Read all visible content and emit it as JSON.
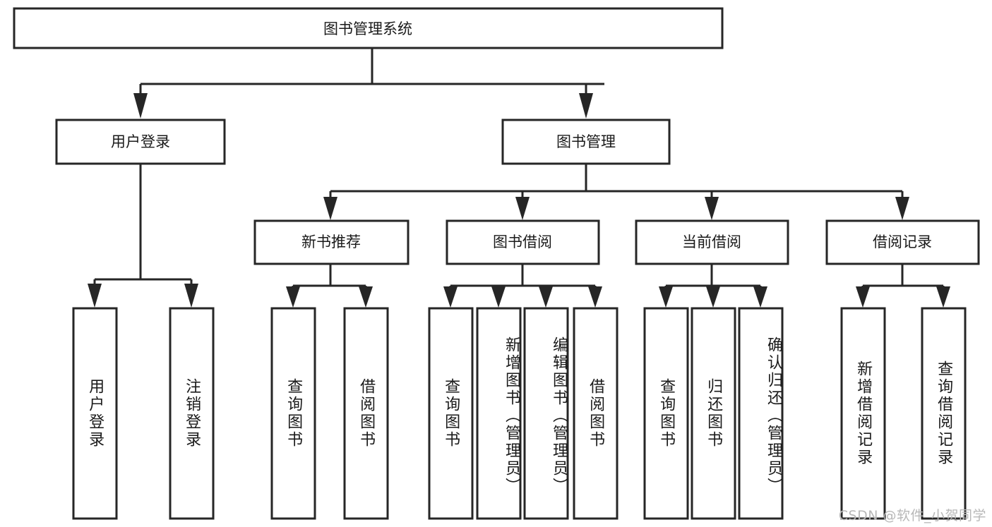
{
  "chart_data": {
    "type": "diagram",
    "diagram_kind": "tree-hierarchy-flowchart",
    "title": "图书管理系统",
    "orientation": "top-down",
    "levels": 4,
    "nodes": [
      {
        "id": "root",
        "label": "图书管理系统",
        "level": 1,
        "text_direction": "horizontal"
      },
      {
        "id": "login",
        "label": "用户登录",
        "level": 2,
        "text_direction": "horizontal"
      },
      {
        "id": "bookmgmt",
        "label": "图书管理",
        "level": 2,
        "text_direction": "horizontal"
      },
      {
        "id": "newbook",
        "label": "新书推荐",
        "level": 3,
        "text_direction": "horizontal"
      },
      {
        "id": "borrow",
        "label": "图书借阅",
        "level": 3,
        "text_direction": "horizontal"
      },
      {
        "id": "current",
        "label": "当前借阅",
        "level": 3,
        "text_direction": "horizontal"
      },
      {
        "id": "records",
        "label": "借阅记录",
        "level": 3,
        "text_direction": "horizontal"
      },
      {
        "id": "leaf-login-1",
        "label": "用户登录",
        "level": 4,
        "text_direction": "vertical"
      },
      {
        "id": "leaf-login-2",
        "label": "注销登录",
        "level": 4,
        "text_direction": "vertical"
      },
      {
        "id": "leaf-newbook-1",
        "label": "查询图书",
        "level": 4,
        "text_direction": "vertical"
      },
      {
        "id": "leaf-newbook-2",
        "label": "借阅图书",
        "level": 4,
        "text_direction": "vertical"
      },
      {
        "id": "leaf-borrow-1",
        "label": "查询图书",
        "level": 4,
        "text_direction": "vertical"
      },
      {
        "id": "leaf-borrow-2",
        "label": "新增图书（管理员）",
        "level": 4,
        "text_direction": "vertical"
      },
      {
        "id": "leaf-borrow-3",
        "label": "编辑图书（管理员）",
        "level": 4,
        "text_direction": "vertical"
      },
      {
        "id": "leaf-borrow-4",
        "label": "借阅图书",
        "level": 4,
        "text_direction": "vertical"
      },
      {
        "id": "leaf-current-1",
        "label": "查询图书",
        "level": 4,
        "text_direction": "vertical"
      },
      {
        "id": "leaf-current-2",
        "label": "归还图书",
        "level": 4,
        "text_direction": "vertical"
      },
      {
        "id": "leaf-current-3",
        "label": "确认归还（管理员）",
        "level": 4,
        "text_direction": "vertical"
      },
      {
        "id": "leaf-records-1",
        "label": "新增借阅记录",
        "level": 4,
        "text_direction": "vertical"
      },
      {
        "id": "leaf-records-2",
        "label": "查询借阅记录",
        "level": 4,
        "text_direction": "vertical"
      }
    ],
    "edges": [
      {
        "from": "root",
        "to": "login"
      },
      {
        "from": "root",
        "to": "bookmgmt"
      },
      {
        "from": "login",
        "to": "leaf-login-1"
      },
      {
        "from": "login",
        "to": "leaf-login-2"
      },
      {
        "from": "bookmgmt",
        "to": "newbook"
      },
      {
        "from": "bookmgmt",
        "to": "borrow"
      },
      {
        "from": "bookmgmt",
        "to": "current"
      },
      {
        "from": "bookmgmt",
        "to": "records"
      },
      {
        "from": "newbook",
        "to": "leaf-newbook-1"
      },
      {
        "from": "newbook",
        "to": "leaf-newbook-2"
      },
      {
        "from": "borrow",
        "to": "leaf-borrow-1"
      },
      {
        "from": "borrow",
        "to": "leaf-borrow-2"
      },
      {
        "from": "borrow",
        "to": "leaf-borrow-3"
      },
      {
        "from": "borrow",
        "to": "leaf-borrow-4"
      },
      {
        "from": "current",
        "to": "leaf-current-1"
      },
      {
        "from": "current",
        "to": "leaf-current-2"
      },
      {
        "from": "current",
        "to": "leaf-current-3"
      },
      {
        "from": "records",
        "to": "leaf-records-1"
      },
      {
        "from": "records",
        "to": "leaf-records-2"
      }
    ],
    "colors": {
      "background": "#ffffff",
      "box_fill": "#ffffff",
      "box_stroke": "#262626",
      "connector": "#262626",
      "text": "#1a1a1a",
      "watermark": "#b8b8b8"
    }
  },
  "root": {
    "label": "图书管理系统"
  },
  "level2": {
    "login": {
      "label": "用户登录"
    },
    "bookmgmt": {
      "label": "图书管理"
    }
  },
  "level3": {
    "newbook": {
      "label": "新书推荐"
    },
    "borrow": {
      "label": "图书借阅"
    },
    "current": {
      "label": "当前借阅"
    },
    "records": {
      "label": "借阅记录"
    }
  },
  "leaves": {
    "login": [
      {
        "label": "用户登录"
      },
      {
        "label": "注销登录"
      }
    ],
    "newbook": [
      {
        "label": "查询图书"
      },
      {
        "label": "借阅图书"
      }
    ],
    "borrow": [
      {
        "label": "查询图书"
      },
      {
        "label": "新增图书（管理员）"
      },
      {
        "label": "编辑图书（管理员）"
      },
      {
        "label": "借阅图书"
      }
    ],
    "current": [
      {
        "label": "查询图书"
      },
      {
        "label": "归还图书"
      },
      {
        "label": "确认归还（管理员）"
      }
    ],
    "records": [
      {
        "label": "新增借阅记录"
      },
      {
        "label": "查询借阅记录"
      }
    ]
  },
  "watermark": {
    "text": "CSDN @软件_小贺同学"
  }
}
